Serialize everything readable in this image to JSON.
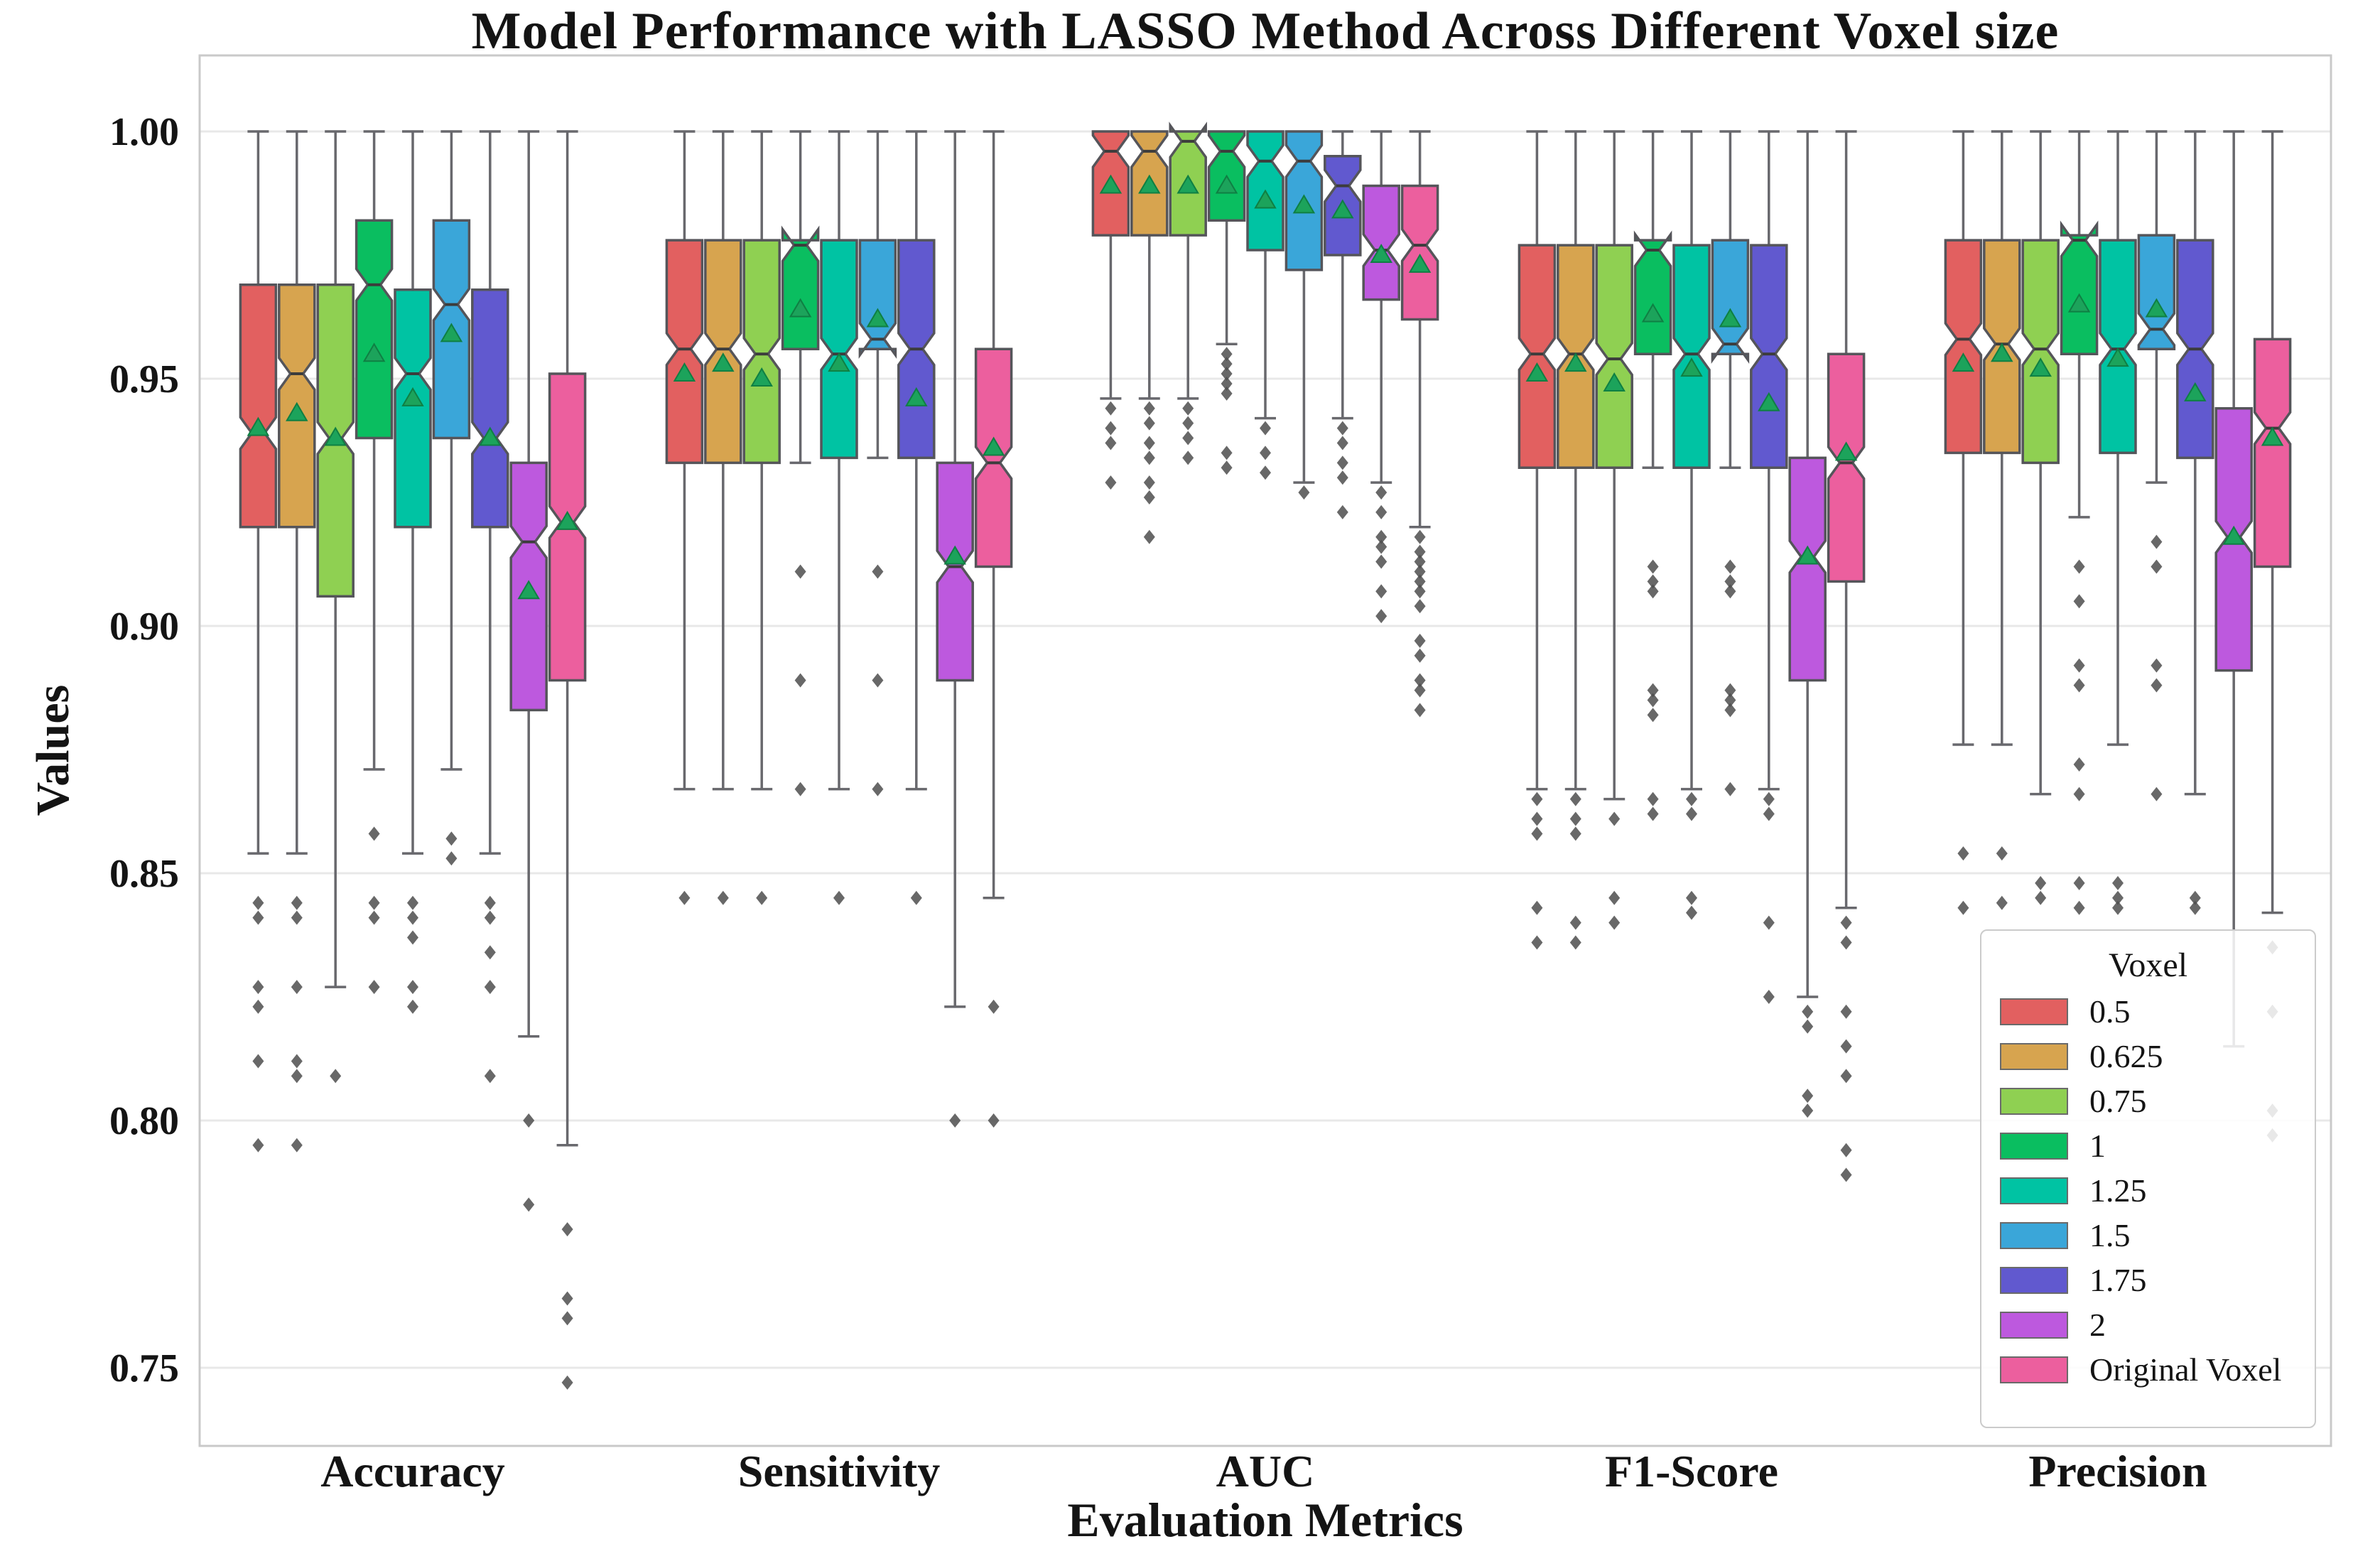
{
  "chart_data": {
    "type": "boxplot",
    "notched": true,
    "grid": "horizontal",
    "title": "Model Performance with LASSO Method Across Different Voxel size",
    "xlabel": "Evaluation Metrics",
    "ylabel": "Values",
    "categories": [
      "Accuracy",
      "Sensitivity",
      "AUC",
      "F1-Score",
      "Precision"
    ],
    "y_ticks": [
      "1.00",
      "0.95",
      "0.90",
      "0.85",
      "0.80",
      "0.75"
    ],
    "ylim": [
      0.733,
      1.016
    ],
    "legend": {
      "title": "Voxel",
      "entries": [
        {
          "label": "0.5",
          "color": "#e26060"
        },
        {
          "label": "0.625",
          "color": "#d7a44f"
        },
        {
          "label": "0.75",
          "color": "#8fd052"
        },
        {
          "label": "1",
          "color": "#0abe60"
        },
        {
          "label": "1.25",
          "color": "#00c3a3"
        },
        {
          "label": "1.5",
          "color": "#3aa6d9"
        },
        {
          "label": "1.75",
          "color": "#6159cf"
        },
        {
          "label": "2",
          "color": "#bd59de"
        },
        {
          "label": "Original Voxel",
          "color": "#ec5f9e"
        }
      ]
    },
    "box_format": [
      "whisker_low",
      "q1",
      "median",
      "q3",
      "whisker_high",
      "mean",
      "outliers"
    ],
    "series": [
      {
        "name": "0.5",
        "color": "#e26060",
        "boxes": [
          [
            0.854,
            0.92,
            0.939,
            0.969,
            1.0,
            0.94,
            [
              0.844,
              0.841,
              0.827,
              0.823,
              0.812,
              0.795
            ]
          ],
          [
            0.867,
            0.933,
            0.956,
            0.978,
            1.0,
            0.951,
            [
              0.845
            ]
          ],
          [
            0.946,
            0.979,
            0.996,
            1.0,
            1.0,
            0.989,
            [
              0.944,
              0.94,
              0.937,
              0.929
            ]
          ],
          [
            0.867,
            0.932,
            0.955,
            0.977,
            1.0,
            0.951,
            [
              0.865,
              0.861,
              0.858,
              0.843,
              0.836
            ]
          ],
          [
            0.876,
            0.935,
            0.958,
            0.978,
            1.0,
            0.953,
            [
              0.854,
              0.843
            ]
          ]
        ]
      },
      {
        "name": "0.625",
        "color": "#d7a44f",
        "boxes": [
          [
            0.854,
            0.92,
            0.951,
            0.969,
            1.0,
            0.943,
            [
              0.844,
              0.841,
              0.827,
              0.812,
              0.809,
              0.795
            ]
          ],
          [
            0.867,
            0.933,
            0.956,
            0.978,
            1.0,
            0.953,
            [
              0.845
            ]
          ],
          [
            0.946,
            0.979,
            0.996,
            1.0,
            1.0,
            0.989,
            [
              0.944,
              0.941,
              0.937,
              0.934,
              0.929,
              0.926,
              0.918
            ]
          ],
          [
            0.867,
            0.932,
            0.955,
            0.977,
            1.0,
            0.953,
            [
              0.865,
              0.861,
              0.858,
              0.84,
              0.836
            ]
          ],
          [
            0.876,
            0.935,
            0.957,
            0.978,
            1.0,
            0.955,
            [
              0.854,
              0.844
            ]
          ]
        ]
      },
      {
        "name": "0.75",
        "color": "#8fd052",
        "boxes": [
          [
            0.827,
            0.906,
            0.938,
            0.969,
            1.0,
            0.938,
            [
              0.809
            ]
          ],
          [
            0.867,
            0.933,
            0.955,
            0.978,
            1.0,
            0.95,
            [
              0.845
            ]
          ],
          [
            0.946,
            0.979,
            0.998,
            1.0,
            1.0,
            0.989,
            [
              0.944,
              0.941,
              0.938,
              0.934
            ]
          ],
          [
            0.865,
            0.932,
            0.954,
            0.977,
            1.0,
            0.949,
            [
              0.861,
              0.845,
              0.84
            ]
          ],
          [
            0.866,
            0.933,
            0.956,
            0.978,
            1.0,
            0.952,
            [
              0.848,
              0.845
            ]
          ]
        ]
      },
      {
        "name": "1",
        "color": "#0abe60",
        "boxes": [
          [
            0.871,
            0.938,
            0.969,
            0.982,
            1.0,
            0.955,
            [
              0.858,
              0.844,
              0.841,
              0.827
            ]
          ],
          [
            0.933,
            0.956,
            0.977,
            0.978,
            1.0,
            0.964,
            [
              0.911,
              0.889,
              0.867
            ]
          ],
          [
            0.957,
            0.982,
            0.996,
            1.0,
            1.0,
            0.989,
            [
              0.955,
              0.953,
              0.951,
              0.949,
              0.947,
              0.935,
              0.932
            ]
          ],
          [
            0.932,
            0.955,
            0.976,
            0.978,
            1.0,
            0.963,
            [
              0.912,
              0.909,
              0.907,
              0.887,
              0.885,
              0.882,
              0.865,
              0.862
            ]
          ],
          [
            0.922,
            0.955,
            0.978,
            0.979,
            1.0,
            0.965,
            [
              0.912,
              0.905,
              0.892,
              0.888,
              0.872,
              0.866,
              0.848,
              0.843
            ]
          ]
        ]
      },
      {
        "name": "1.25",
        "color": "#00c3a3",
        "boxes": [
          [
            0.854,
            0.92,
            0.951,
            0.968,
            1.0,
            0.946,
            [
              0.844,
              0.841,
              0.837,
              0.827,
              0.823
            ]
          ],
          [
            0.867,
            0.934,
            0.955,
            0.978,
            1.0,
            0.953,
            [
              0.845
            ]
          ],
          [
            0.942,
            0.976,
            0.994,
            1.0,
            1.0,
            0.986,
            [
              0.94,
              0.935,
              0.931
            ]
          ],
          [
            0.867,
            0.932,
            0.955,
            0.977,
            1.0,
            0.952,
            [
              0.865,
              0.862,
              0.845,
              0.842
            ]
          ],
          [
            0.876,
            0.935,
            0.956,
            0.978,
            1.0,
            0.954,
            [
              0.848,
              0.845,
              0.843
            ]
          ]
        ]
      },
      {
        "name": "1.5",
        "color": "#3aa6d9",
        "boxes": [
          [
            0.871,
            0.938,
            0.965,
            0.982,
            1.0,
            0.959,
            [
              0.857,
              0.853
            ]
          ],
          [
            0.934,
            0.956,
            0.958,
            0.978,
            1.0,
            0.962,
            [
              0.911,
              0.889,
              0.867
            ]
          ],
          [
            0.929,
            0.972,
            0.994,
            1.0,
            1.0,
            0.985,
            [
              0.927
            ]
          ],
          [
            0.932,
            0.955,
            0.957,
            0.978,
            1.0,
            0.962,
            [
              0.912,
              0.909,
              0.907,
              0.887,
              0.885,
              0.883,
              0.867
            ]
          ],
          [
            0.929,
            0.956,
            0.96,
            0.979,
            1.0,
            0.964,
            [
              0.917,
              0.912,
              0.892,
              0.888,
              0.866
            ]
          ]
        ]
      },
      {
        "name": "1.75",
        "color": "#6159cf",
        "boxes": [
          [
            0.854,
            0.92,
            0.938,
            0.968,
            1.0,
            0.938,
            [
              0.844,
              0.841,
              0.834,
              0.827,
              0.809
            ]
          ],
          [
            0.867,
            0.934,
            0.956,
            0.978,
            1.0,
            0.946,
            [
              0.845
            ]
          ],
          [
            0.942,
            0.975,
            0.989,
            0.995,
            1.0,
            0.984,
            [
              0.94,
              0.937,
              0.933,
              0.93,
              0.923
            ]
          ],
          [
            0.867,
            0.932,
            0.955,
            0.977,
            1.0,
            0.945,
            [
              0.865,
              0.862,
              0.84,
              0.825
            ]
          ],
          [
            0.866,
            0.934,
            0.956,
            0.978,
            1.0,
            0.947,
            [
              0.845,
              0.843
            ]
          ]
        ]
      },
      {
        "name": "2",
        "color": "#bd59de",
        "boxes": [
          [
            0.817,
            0.883,
            0.917,
            0.933,
            1.0,
            0.907,
            [
              0.8,
              0.783
            ]
          ],
          [
            0.823,
            0.889,
            0.912,
            0.933,
            1.0,
            0.914,
            [
              0.8
            ]
          ],
          [
            0.929,
            0.966,
            0.976,
            0.989,
            1.0,
            0.975,
            [
              0.927,
              0.923,
              0.918,
              0.916,
              0.913,
              0.907,
              0.902
            ]
          ],
          [
            0.825,
            0.889,
            0.914,
            0.934,
            1.0,
            0.914,
            [
              0.822,
              0.819,
              0.805,
              0.802
            ]
          ],
          [
            0.815,
            0.891,
            0.918,
            0.944,
            1.0,
            0.918,
            []
          ]
        ]
      },
      {
        "name": "Original Voxel",
        "color": "#ec5f9e",
        "boxes": [
          [
            0.795,
            0.889,
            0.921,
            0.951,
            1.0,
            0.921,
            [
              0.778,
              0.764,
              0.76,
              0.747
            ]
          ],
          [
            0.845,
            0.912,
            0.933,
            0.956,
            1.0,
            0.936,
            [
              0.823,
              0.8
            ]
          ],
          [
            0.92,
            0.962,
            0.977,
            0.989,
            1.0,
            0.973,
            [
              0.918,
              0.915,
              0.913,
              0.911,
              0.909,
              0.907,
              0.904,
              0.897,
              0.894,
              0.889,
              0.887,
              0.883
            ]
          ],
          [
            0.843,
            0.909,
            0.933,
            0.955,
            1.0,
            0.935,
            [
              0.84,
              0.836,
              0.822,
              0.815,
              0.809,
              0.794,
              0.789
            ]
          ],
          [
            0.842,
            0.912,
            0.94,
            0.958,
            1.0,
            0.938,
            [
              0.835,
              0.822,
              0.802,
              0.797
            ]
          ]
        ]
      }
    ]
  }
}
